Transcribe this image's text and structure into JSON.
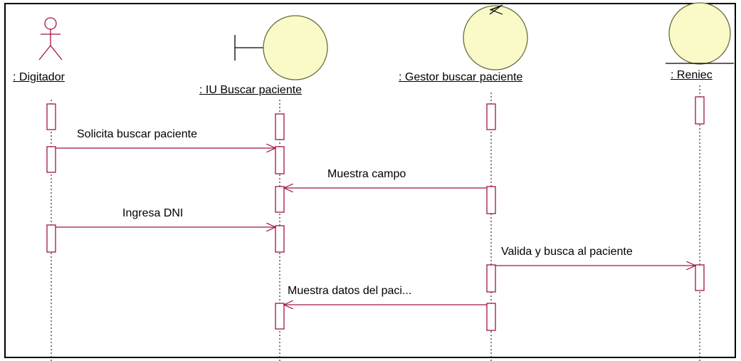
{
  "colors": {
    "object_fill": "#fafac8",
    "object_stroke": "#6b6b3c",
    "accent": "#a0144a",
    "message": "#a0144a",
    "lifeline": "#000000"
  },
  "participants": [
    {
      "id": "digitador",
      "label": ": Digitador",
      "kind": "actor",
      "icon": "actor-stickman-icon"
    },
    {
      "id": "iu",
      "label": ": IU  Buscar paciente",
      "kind": "boundary",
      "icon": "boundary-icon"
    },
    {
      "id": "gestor",
      "label": ": Gestor  buscar paciente",
      "kind": "control",
      "icon": "control-icon"
    },
    {
      "id": "reniec",
      "label": ": Reniec",
      "kind": "entity",
      "icon": "entity-icon"
    }
  ],
  "messages": [
    {
      "text": "Solicita buscar paciente",
      "from": "digitador",
      "to": "iu"
    },
    {
      "text": "Muestra  campo",
      "from": "gestor",
      "to": "iu"
    },
    {
      "text": "Ingresa DNI",
      "from": "digitador",
      "to": "iu"
    },
    {
      "text": "Valida y busca al paciente",
      "from": "gestor",
      "to": "reniec"
    },
    {
      "text": "Muestra datos del paci...",
      "from": "gestor",
      "to": "iu"
    }
  ]
}
